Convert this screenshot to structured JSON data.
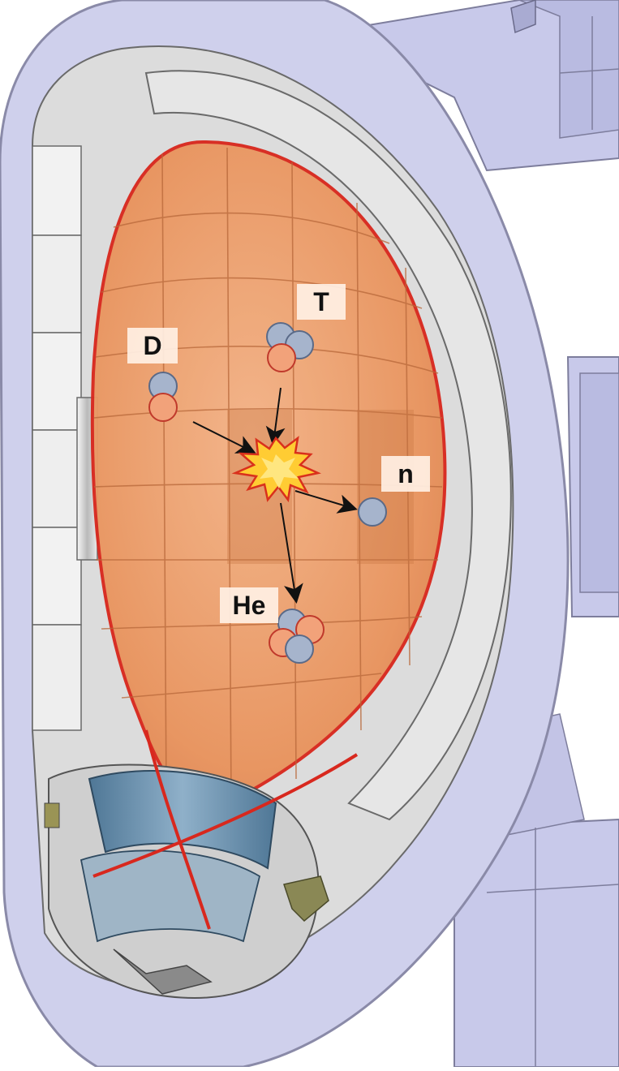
{
  "labels": {
    "deuterium": "D",
    "tritium": "T",
    "neutron": "n",
    "helium": "He"
  },
  "colors": {
    "vessel": "#cfd0ec",
    "vessel_stroke": "#8a8aa8",
    "plasma": "#eda474",
    "plasma_dark": "#c97643",
    "plasma_edge": "#d8281e",
    "divertor": "#6b8fac",
    "proton": "#f2a27a",
    "proton_stroke": "#c0392b",
    "neutron": "#a6b4cc",
    "neutron_stroke": "#5a6a88",
    "burst_fill": "#ffcc33",
    "burst_stroke": "#d9301c",
    "label_bg": "#fff0e4"
  },
  "icons": {
    "fusion_event": "explosion-burst",
    "particle": "nucleon-circle"
  }
}
